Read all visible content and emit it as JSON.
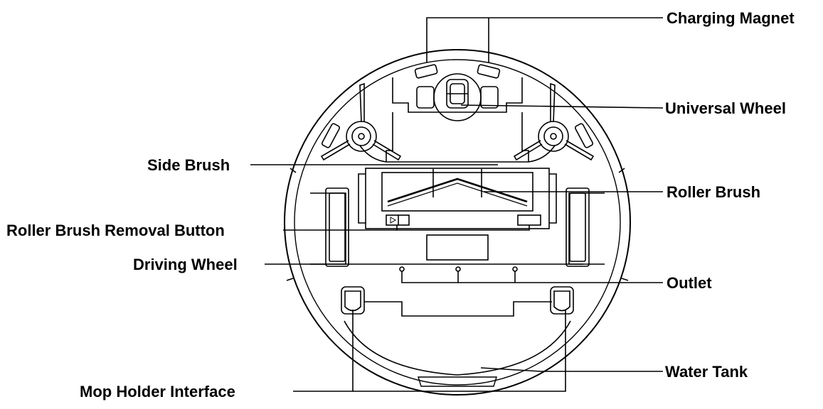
{
  "labels": {
    "charging_magnet": "Charging Magnet",
    "universal_wheel": "Universal Wheel",
    "side_brush": "Side Brush",
    "roller_brush": "Roller Brush",
    "roller_brush_removal_button": "Roller Brush Removal Button",
    "driving_wheel": "Driving Wheel",
    "outlet": "Outlet",
    "water_tank": "Water Tank",
    "mop_holder_interface": "Mop Holder Interface"
  },
  "colors": {
    "line": "#000000",
    "background": "#ffffff"
  }
}
